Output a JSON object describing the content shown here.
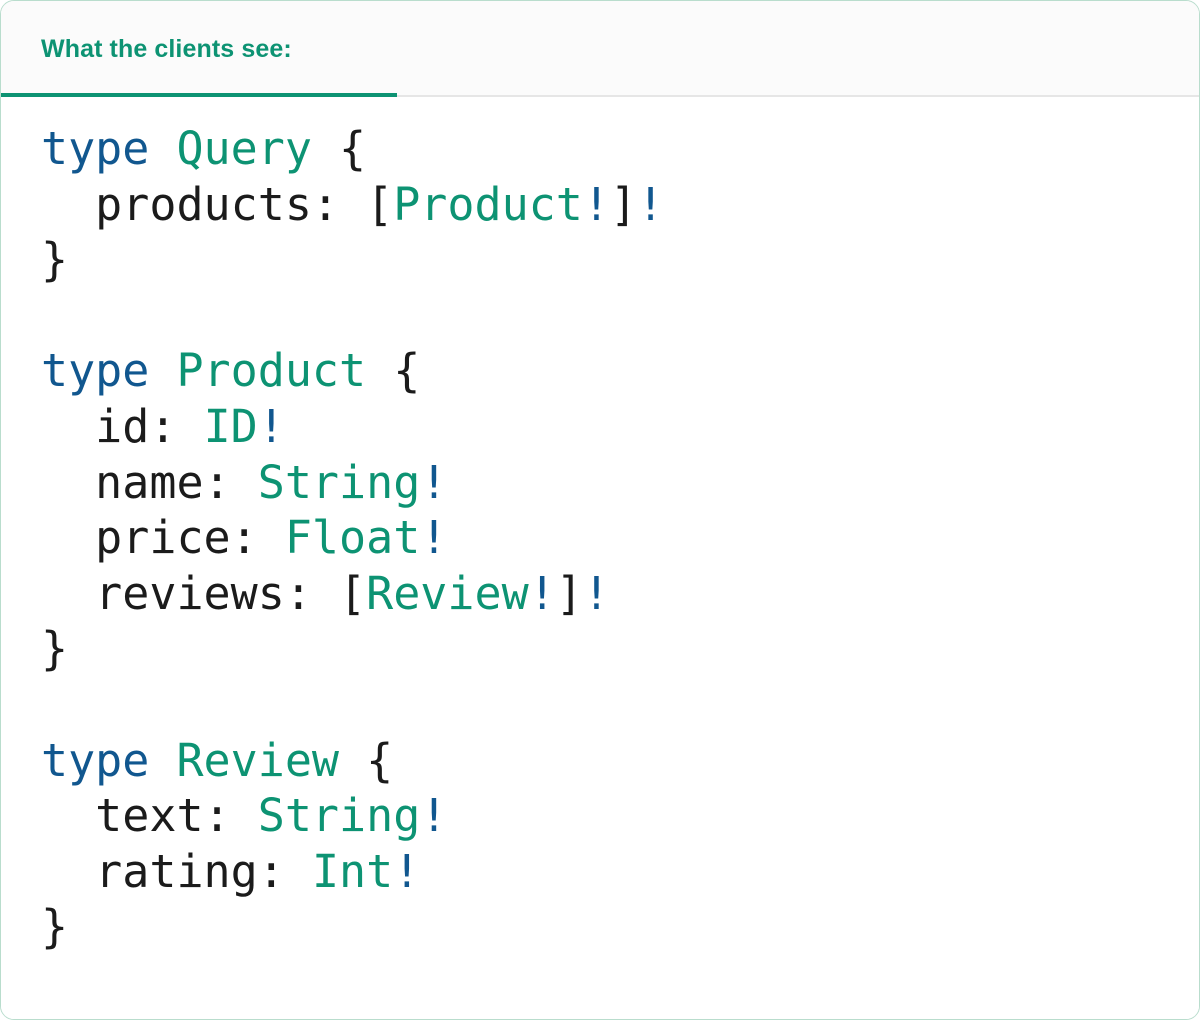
{
  "card": {
    "accent_color": "#0d9373",
    "border_color": "#b9ddcd",
    "background": "#ffffff"
  },
  "header": {
    "tab_label": "What the clients see:",
    "tab_active": true,
    "tab_text_color": "#0d9373",
    "underline_color": "#0d9373",
    "strip_background": "#fbfbfb",
    "divider_color": "#e6e6e6"
  },
  "code": {
    "language": "graphql",
    "colors": {
      "keyword": "#11578f",
      "type": "#0d9373",
      "field": "#1b1b1b",
      "punctuation": "#1b1b1b",
      "non_null_bang": "#11578f"
    },
    "lines": [
      {
        "tokens": [
          {
            "t": "type",
            "c": "kw"
          },
          {
            "t": " ",
            "c": "plain"
          },
          {
            "t": "Query",
            "c": "type"
          },
          {
            "t": " {",
            "c": "punct"
          }
        ]
      },
      {
        "tokens": [
          {
            "t": "  products: ",
            "c": "field"
          },
          {
            "t": "[",
            "c": "punct"
          },
          {
            "t": "Product",
            "c": "type"
          },
          {
            "t": "!",
            "c": "bang"
          },
          {
            "t": "]",
            "c": "punct"
          },
          {
            "t": "!",
            "c": "bang"
          }
        ]
      },
      {
        "tokens": [
          {
            "t": "}",
            "c": "punct"
          }
        ]
      },
      {
        "tokens": []
      },
      {
        "tokens": [
          {
            "t": "type",
            "c": "kw"
          },
          {
            "t": " ",
            "c": "plain"
          },
          {
            "t": "Product",
            "c": "type"
          },
          {
            "t": " {",
            "c": "punct"
          }
        ]
      },
      {
        "tokens": [
          {
            "t": "  id: ",
            "c": "field"
          },
          {
            "t": "ID",
            "c": "type"
          },
          {
            "t": "!",
            "c": "bang"
          }
        ]
      },
      {
        "tokens": [
          {
            "t": "  name: ",
            "c": "field"
          },
          {
            "t": "String",
            "c": "type"
          },
          {
            "t": "!",
            "c": "bang"
          }
        ]
      },
      {
        "tokens": [
          {
            "t": "  price: ",
            "c": "field"
          },
          {
            "t": "Float",
            "c": "type"
          },
          {
            "t": "!",
            "c": "bang"
          }
        ]
      },
      {
        "tokens": [
          {
            "t": "  reviews: ",
            "c": "field"
          },
          {
            "t": "[",
            "c": "punct"
          },
          {
            "t": "Review",
            "c": "type"
          },
          {
            "t": "!",
            "c": "bang"
          },
          {
            "t": "]",
            "c": "punct"
          },
          {
            "t": "!",
            "c": "bang"
          }
        ]
      },
      {
        "tokens": [
          {
            "t": "}",
            "c": "punct"
          }
        ]
      },
      {
        "tokens": []
      },
      {
        "tokens": [
          {
            "t": "type",
            "c": "kw"
          },
          {
            "t": " ",
            "c": "plain"
          },
          {
            "t": "Review",
            "c": "type"
          },
          {
            "t": " {",
            "c": "punct"
          }
        ]
      },
      {
        "tokens": [
          {
            "t": "  text: ",
            "c": "field"
          },
          {
            "t": "String",
            "c": "type"
          },
          {
            "t": "!",
            "c": "bang"
          }
        ]
      },
      {
        "tokens": [
          {
            "t": "  rating: ",
            "c": "field"
          },
          {
            "t": "Int",
            "c": "type"
          },
          {
            "t": "!",
            "c": "bang"
          }
        ]
      },
      {
        "tokens": [
          {
            "t": "}",
            "c": "punct"
          }
        ]
      }
    ],
    "plain_text": "type Query {\n  products: [Product!]!\n}\n\ntype Product {\n  id: ID!\n  name: String!\n  price: Float!\n  reviews: [Review!]!\n}\n\ntype Review {\n  text: String!\n  rating: Int!\n}"
  }
}
